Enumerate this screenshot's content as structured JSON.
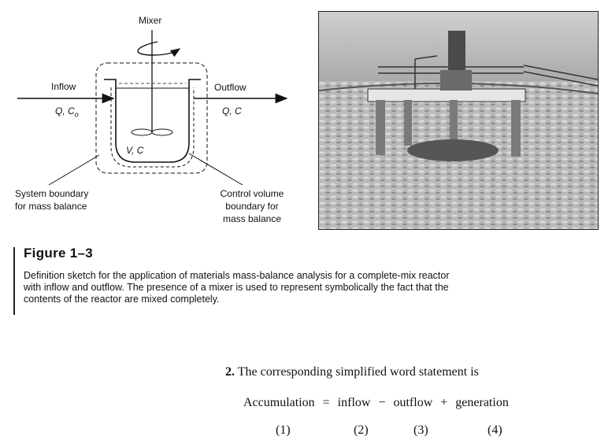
{
  "diagram": {
    "mixer_label": "Mixer",
    "inflow_label": "Inflow",
    "inflow_vars": "Q, C",
    "inflow_sub": "o",
    "outflow_label": "Outflow",
    "outflow_vars": "Q, C",
    "volume_label": "V, C",
    "system_boundary_line1": "System boundary",
    "system_boundary_line2": "for mass balance",
    "control_volume_line1": "Control volume",
    "control_volume_line2": "boundary for",
    "control_volume_line3": "mass balance"
  },
  "figure": {
    "title": "Figure 1–3",
    "caption_line1": "Definition sketch for the application of materials mass-balance analysis for a complete-mix reactor",
    "caption_line2": "with inflow and outflow. The presence of a mixer is used to represent symbolically the fact that the",
    "caption_line3": "contents of the reactor are mixed completely."
  },
  "text": {
    "item_number": "2.",
    "statement": "The corresponding simplified word statement is",
    "equation": {
      "accumulation": "Accumulation",
      "equals": "=",
      "inflow": "inflow",
      "minus": "−",
      "outflow": "outflow",
      "plus": "+",
      "generation": "generation"
    },
    "numbers": [
      "(1)",
      "(2)",
      "(3)",
      "(4)"
    ]
  }
}
